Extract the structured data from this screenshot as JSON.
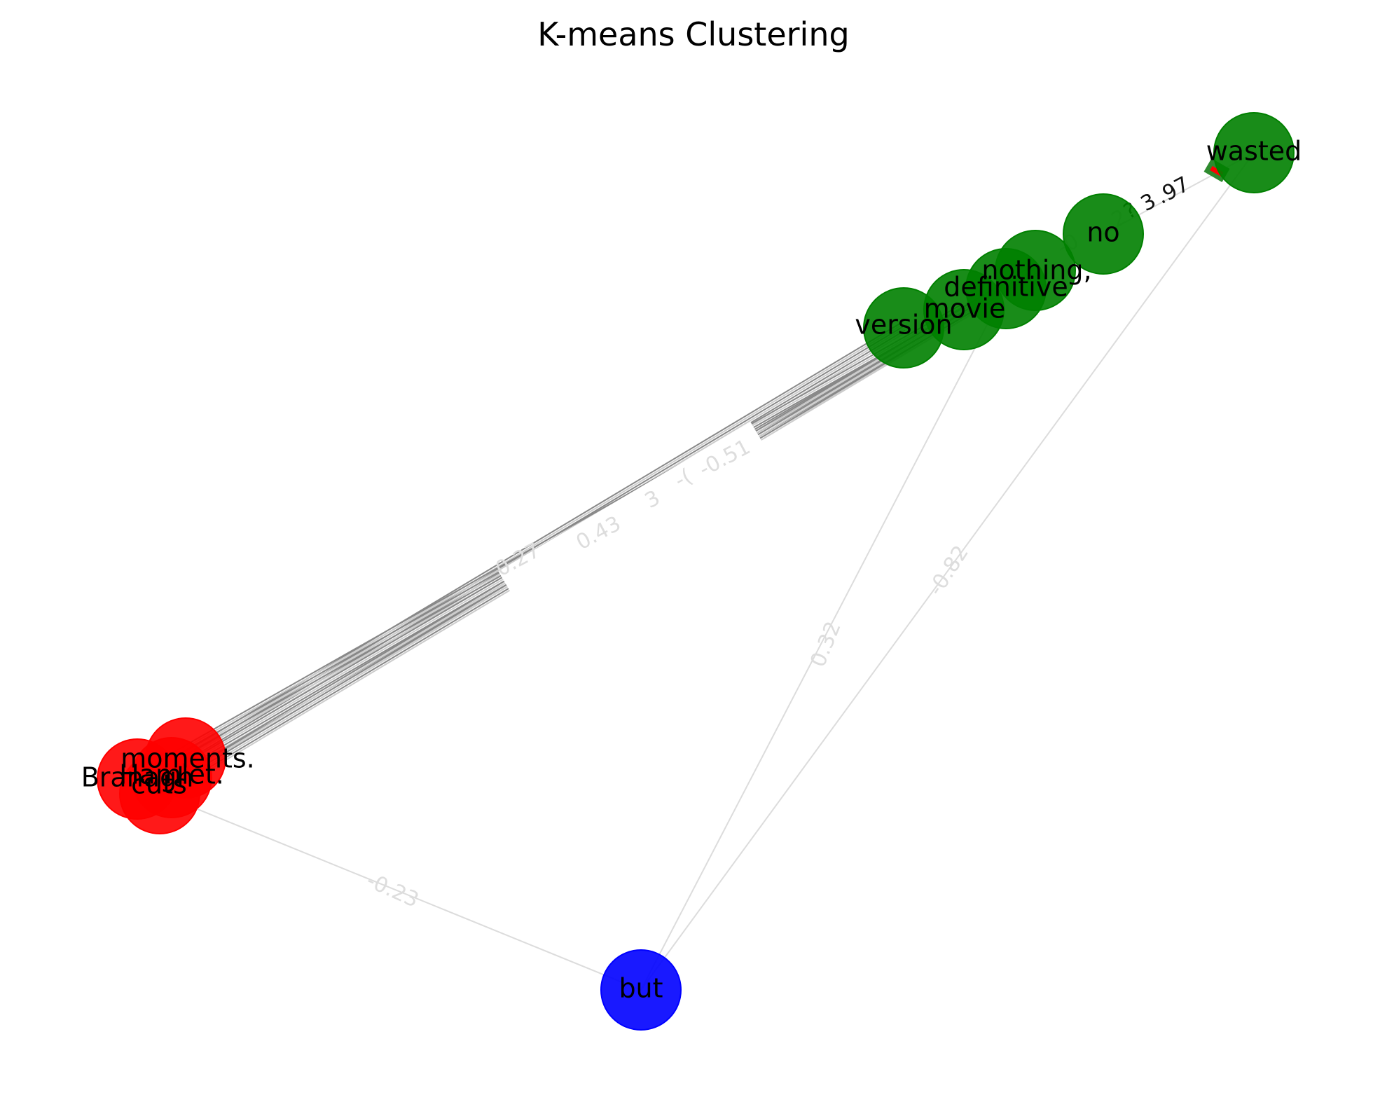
{
  "title": "K-means Clustering",
  "colors": {
    "cluster_red": "#ff0000",
    "cluster_green": "#008000",
    "cluster_blue": "#0000ff",
    "edge_light": "#cccccc",
    "edge_dark": "#888888",
    "label_light": "#dddddd"
  },
  "nodes": [
    {
      "id": "wasted",
      "label": "wasted",
      "cluster": "green"
    },
    {
      "id": "no",
      "label": "no",
      "cluster": "green"
    },
    {
      "id": "nothing",
      "label": "nothing,",
      "cluster": "green"
    },
    {
      "id": "definitive",
      "label": "definitive",
      "cluster": "green"
    },
    {
      "id": "movie",
      "label": "movie",
      "cluster": "green"
    },
    {
      "id": "version",
      "label": "version",
      "cluster": "green"
    },
    {
      "id": "moments",
      "label": "moments.",
      "cluster": "red"
    },
    {
      "id": "branagh",
      "label": "Branagh",
      "cluster": "red"
    },
    {
      "id": "hamlet",
      "label": "Hamlet.",
      "cluster": "red"
    },
    {
      "id": "cuts",
      "label": "cuts",
      "cluster": "red"
    },
    {
      "id": "but",
      "label": "but",
      "cluster": "blue"
    }
  ],
  "edges": [
    {
      "source": "version",
      "target": "moments",
      "weight": "0.27",
      "style": "bundle"
    },
    {
      "source": "movie",
      "target": "branagh",
      "weight": "0.43",
      "style": "bundle"
    },
    {
      "source": "definitive",
      "target": "hamlet",
      "weight": "-0.51",
      "style": "bundle"
    },
    {
      "source": "nothing",
      "target": "cuts",
      "weight": "",
      "style": "bundle"
    },
    {
      "source": "definitive",
      "target": "but",
      "weight": "0.32",
      "style": "light"
    },
    {
      "source": "wasted",
      "target": "but",
      "weight": "-0.82",
      "style": "light"
    },
    {
      "source": "cuts",
      "target": "but",
      "weight": "-0.23",
      "style": "light"
    },
    {
      "source": "no",
      "target": "wasted",
      "weight": "0.97",
      "style": "strong"
    }
  ],
  "edge_label_fragments": [
    {
      "text": "0.27",
      "kind": "light"
    },
    {
      "text": "0.43",
      "kind": "light"
    },
    {
      "text": "-0.51",
      "kind": "light"
    },
    {
      "text": "-(",
      "kind": "light"
    },
    {
      "text": "3",
      "kind": "light"
    },
    {
      "text": "0.32",
      "kind": "light"
    },
    {
      "text": "-0.82",
      "kind": "light"
    },
    {
      "text": "-0.23",
      "kind": "light"
    },
    {
      "text": ".97",
      "kind": "dark"
    },
    {
      "text": "3",
      "kind": "dark"
    },
    {
      "text": "?",
      "kind": "dark"
    },
    {
      "text": "2",
      "kind": "light"
    },
    {
      "text": "-0",
      "kind": "light"
    }
  ]
}
